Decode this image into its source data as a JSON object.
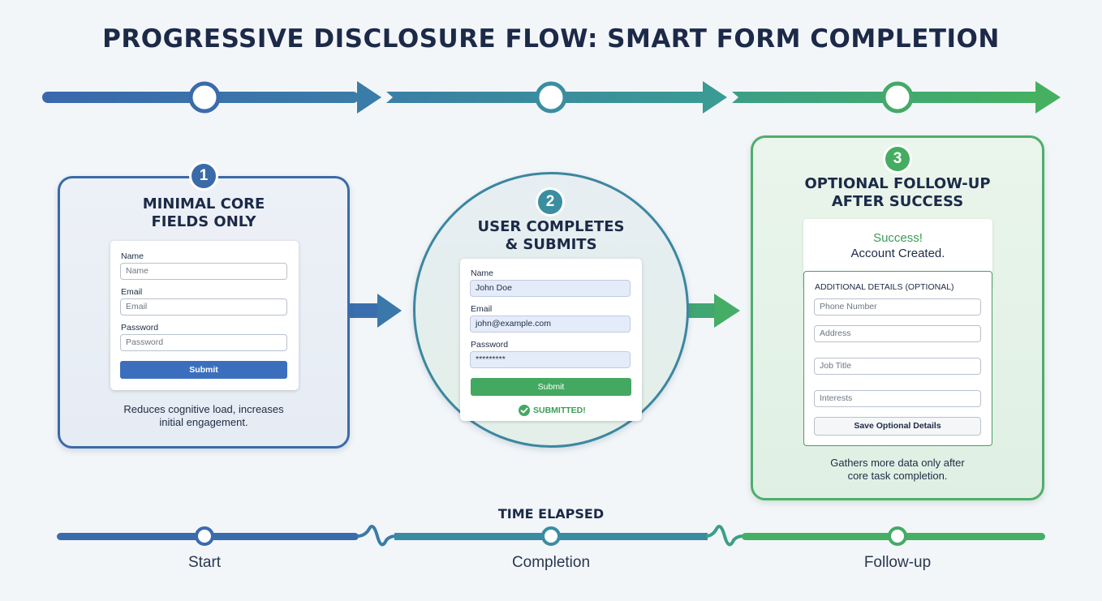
{
  "title": "PROGRESSIVE DISCLOSURE FLOW: SMART FORM COMPLETION",
  "colors": {
    "blue": "#3b6fbe",
    "teal": "#3a8ea0",
    "green": "#45ad62",
    "navy": "#1c2a48"
  },
  "step1": {
    "number": "1",
    "heading_line1": "MINIMAL CORE",
    "heading_line2": "FIELDS ONLY",
    "fields": [
      {
        "label": "Name",
        "placeholder": "Name"
      },
      {
        "label": "Email",
        "placeholder": "Email"
      },
      {
        "label": "Password",
        "placeholder": "Password"
      }
    ],
    "submit_label": "Submit",
    "caption_line1": "Reduces cognitive load, increases",
    "caption_line2": "initial engagement."
  },
  "step2": {
    "number": "2",
    "heading_line1": "USER COMPLETES",
    "heading_line2": "& SUBMITS",
    "fields": [
      {
        "label": "Name",
        "value": "John Doe"
      },
      {
        "label": "Email",
        "value": "john@example.com"
      },
      {
        "label": "Password",
        "value": "*********"
      }
    ],
    "submit_label": "Submit",
    "status": "SUBMITTED!"
  },
  "step3": {
    "number": "3",
    "heading_line1": "OPTIONAL FOLLOW-UP",
    "heading_line2": "AFTER SUCCESS",
    "success_title": "Success!",
    "success_message": "Account Created.",
    "optional_header": "ADDITIONAL DETAILS (OPTIONAL)",
    "optional_fields": [
      "Phone Number",
      "Address",
      "Job Title",
      "Interests"
    ],
    "save_label": "Save Optional Details",
    "caption_line1": "Gathers more data only after",
    "caption_line2": "core task completion."
  },
  "timeline": {
    "title": "TIME ELAPSED",
    "labels": [
      "Start",
      "Completion",
      "Follow-up"
    ]
  }
}
